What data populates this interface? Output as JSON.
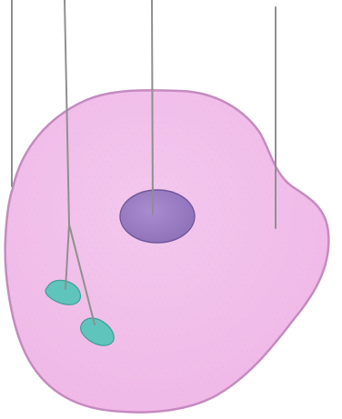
{
  "diagram": {
    "kind": "cell illustration with unlabeled pointer lines",
    "structures": [
      "cell-membrane",
      "cytoplasm",
      "nucleus",
      "organelle-1",
      "organelle-2"
    ],
    "labels_visible": false,
    "colors": {
      "background": "#ffffff",
      "cell_fill": "#efb7e6",
      "cell_fill_light": "#f3c8ee",
      "cell_outline": "#c58ac0",
      "stipple": "#d796d2",
      "nucleus_fill": "#8d6fb6",
      "nucleus_outline": "#6f579d",
      "organelle_fill": "#5fc4bb",
      "organelle_outline": "#3e9f99",
      "pointer_line": "#8f8f8f"
    }
  }
}
